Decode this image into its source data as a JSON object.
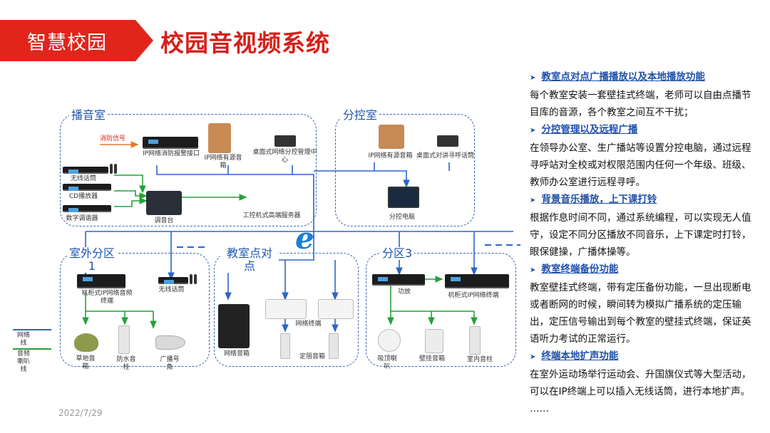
{
  "header": {
    "tag": "智慧校园",
    "title": "校园音视频系统"
  },
  "date": "2022/7/29",
  "colors": {
    "brand_red": "#e1251b",
    "title_red": "#d71f1a",
    "link_blue": "#1f4fa8",
    "net_blue": "#2b66c9",
    "audio_green": "#22a23a"
  },
  "diagram": {
    "zones": {
      "broadcast": "播音室",
      "branch": "分控室",
      "outdoor": "室外分区1",
      "classroom": "教室点对点",
      "zone3": "分区3"
    },
    "broadcast_labels": {
      "fire": "消防信号",
      "fire_port": "IP网络消防报警接口",
      "active_spk": "IP网络有源音箱",
      "desk_mic": "桌面式网络分控管理中心",
      "wireless_mic": "无线话筒",
      "cd": "CD播放器",
      "tuner": "数字调谐器",
      "mixer": "调音台",
      "server": "工控机式高端服务器"
    },
    "branch_labels": {
      "active_spk": "IP网络有源音箱",
      "desk_intercom": "桌面式对讲寻呼话筒",
      "pc": "分控电脑"
    },
    "outdoor_labels": {
      "rack_terminal": "机柜式IP网络音频终端",
      "wireless_mic": "无线话筒",
      "lawn_spk": "草地音箱",
      "waterproof": "防水音柱",
      "horn": "广播号角"
    },
    "classroom_labels": {
      "net_spk": "网络音箱",
      "terminal": "网络终端",
      "fixed_spk": "定阻音箱"
    },
    "zone3_labels": {
      "amp": "功放",
      "rack_terminal": "机柜式IP网络终端",
      "ceiling": "吸顶喇叭",
      "wall": "壁挂音箱",
      "column": "室内音柱"
    },
    "legend": {
      "network": "网络线",
      "audio": "音频喇叭线"
    }
  },
  "sections": [
    {
      "title": "教室点对点广播播放以及本地播放功能",
      "body": "每个教室安装一套壁挂式终端，老师可以自由点播节目库的音源，各个教室之间互不干扰；"
    },
    {
      "title": "分控管理以及远程广播",
      "body": "在领导办公室、生广播站等设置分控电脑，通过远程寻呼站对全校或对权限范围内任何一个年级、班级、教师办公室进行远程寻呼。"
    },
    {
      "title": "背景音乐播放，上下课打铃",
      "body": "根据作息时间不同，通过系统编程，可以实现无人值守，设定不同分区播放不同音乐，上下课定时打铃，眼保健操，广播体操等。"
    },
    {
      "title": "教室终端备份功能",
      "body": "教室壁挂式终端，带有定压备份功能，一旦出现断电或者断网的时候，瞬间转为模拟广播系统的定压输出，定压信号输出到每个教室的壁挂式终端，保证英语听力考试的正常运行。"
    },
    {
      "title": "终端本地扩声功能",
      "body": "在室外运动场举行运动会、升国旗仪式等大型活动，可以在IP终端上可以插入无线话筒，进行本地扩声。"
    }
  ],
  "ellipsis": "……"
}
